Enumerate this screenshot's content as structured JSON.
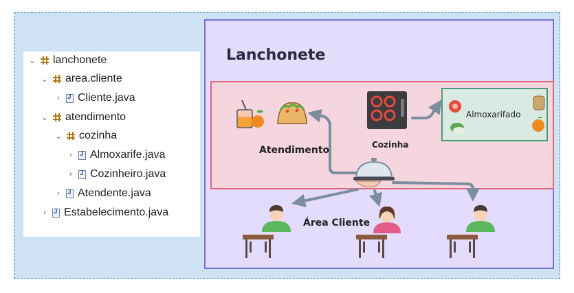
{
  "tree": [
    {
      "label": "lanchonete",
      "type": "package",
      "expanded": true,
      "indent": 0
    },
    {
      "label": "area.cliente",
      "type": "package",
      "expanded": true,
      "indent": 1
    },
    {
      "label": "Cliente.java",
      "type": "file",
      "expanded": false,
      "indent": 2
    },
    {
      "label": "atendimento",
      "type": "package",
      "expanded": true,
      "indent": 1
    },
    {
      "label": "cozinha",
      "type": "package",
      "expanded": true,
      "indent": 2
    },
    {
      "label": "Almoxarife.java",
      "type": "file",
      "expanded": false,
      "indent": 3
    },
    {
      "label": "Cozinheiro.java",
      "type": "file",
      "expanded": false,
      "indent": 3
    },
    {
      "label": "Atendente.java",
      "type": "file",
      "expanded": false,
      "indent": 2
    },
    {
      "label": "Estabelecimento.java",
      "type": "file",
      "expanded": false,
      "indent": 1
    }
  ],
  "diagram": {
    "title": "Lanchonete",
    "atendimento_label": "Atendimento",
    "cozinha_label": "Cozinha",
    "almoxarifado_label": "Almoxarifado",
    "area_cliente_label": "Área Cliente"
  },
  "colors": {
    "outer_bg": "#cfe2f3",
    "lanchonete_bg": "#e3dcfc",
    "lanchonete_border": "#7b6fd6",
    "atendimento_bg": "#f6d6de",
    "atendimento_border": "#e06679",
    "almoxarifado_bg": "#d9eae3",
    "arrow": "#7c8da0"
  }
}
